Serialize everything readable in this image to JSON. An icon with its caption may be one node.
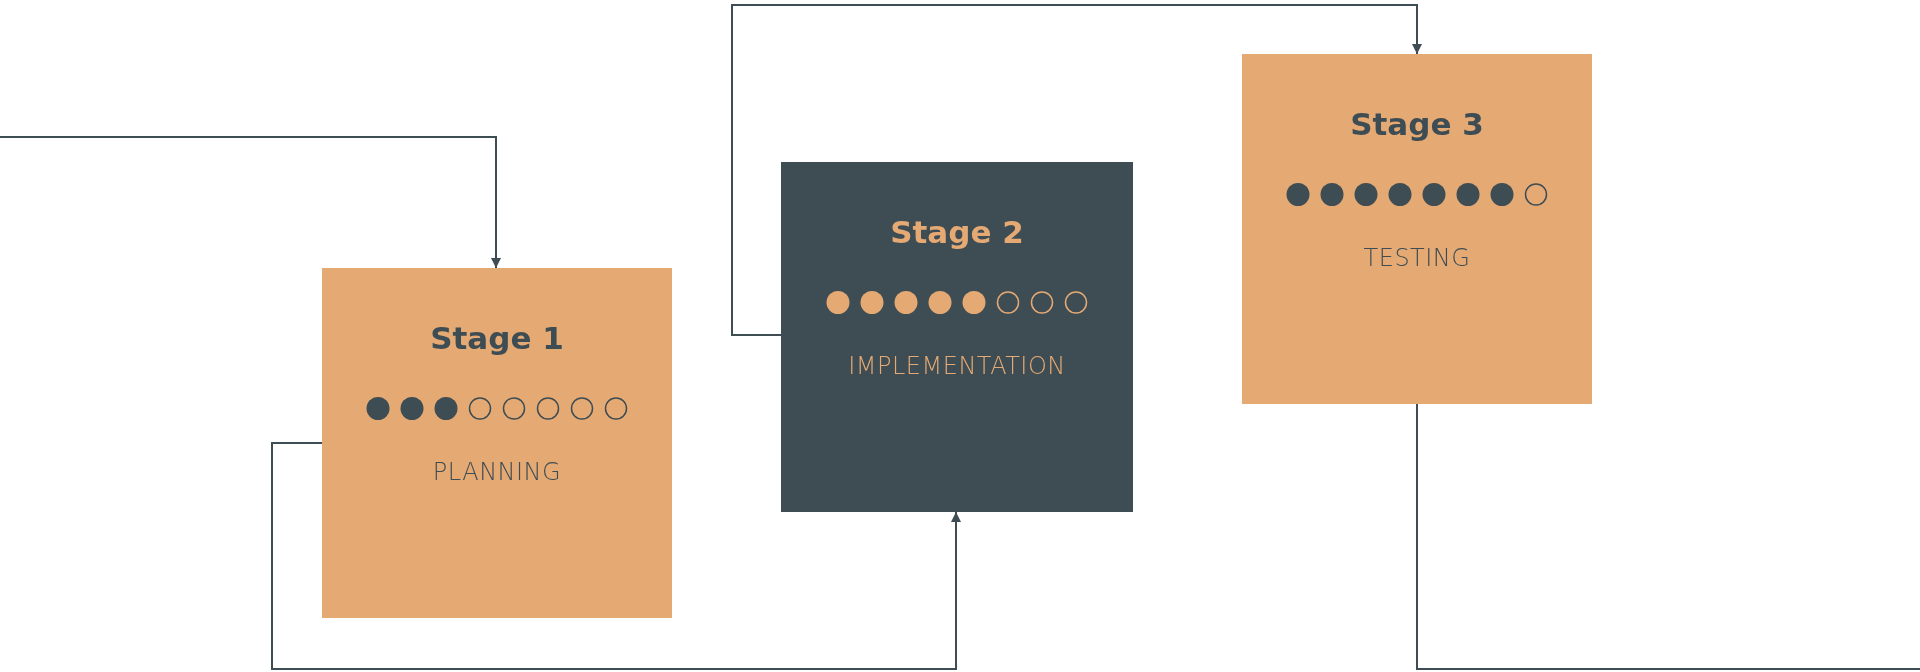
{
  "diagram": {
    "nodes": [
      {
        "text": [
          "Stage 1",
          "PLANNING"
        ]
      },
      {
        "text": [
          "Stage 2",
          "IMPLEMENTATION"
        ]
      },
      {
        "text": [
          "Stage 3",
          "TESTING"
        ]
      }
    ],
    "edges": [
      {
        "from": null,
        "to": 0,
        "arrow": "to"
      },
      {
        "from": 0,
        "to": 1,
        "arrow": "to"
      },
      {
        "from": 1,
        "to": 2,
        "arrow": "to"
      },
      {
        "from": 2,
        "to": null,
        "arrow": "none"
      }
    ]
  }
}
